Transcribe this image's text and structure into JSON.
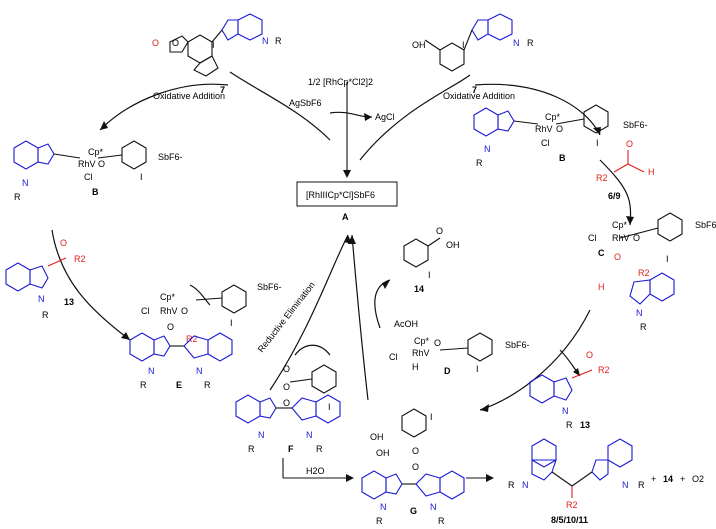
{
  "catalyst": {
    "precursor": "1/2 [RhCp*Cl2]2",
    "additive": "AgSbF6",
    "byproduct": "AgCl",
    "active_species": "[RhIIICp*Cl]SbF6",
    "active_label": "A"
  },
  "left_cycle": {
    "reagent_7": "7",
    "step_oxidative_addition": "Oxidative Addition",
    "intermediate_B": "B",
    "reagent_13": "13",
    "intermediate_E": "E",
    "step_reductive_elimination": "Reductive Elimination",
    "intermediate_F": "F",
    "water": "H2O",
    "intermediate_G": "G",
    "product": "8/5/10/11",
    "coproduct_14": "14",
    "oxygen": "O2"
  },
  "right_cycle": {
    "reagent_7": "7",
    "step_oxidative_addition": "Oxidative Addition",
    "intermediate_B": "B",
    "aldehyde": "6/9",
    "intermediate_C": "C",
    "byproduct_13": "13",
    "intermediate_D": "D",
    "acid": "AcOH",
    "product_14": "14"
  },
  "atom_labels": {
    "cp": "Cp*",
    "rh5": "RhV",
    "cl": "Cl",
    "counterion": "SbF6-",
    "r": "R",
    "r2": "R2",
    "iodine": "I",
    "oxygen": "O",
    "hydrogen": "H",
    "hydroxyl": "OH",
    "n": "N",
    "plus": "+"
  },
  "colors": {
    "indole": "#1a1ad6",
    "carbonyl": "#e0201b",
    "text": "#000000"
  }
}
